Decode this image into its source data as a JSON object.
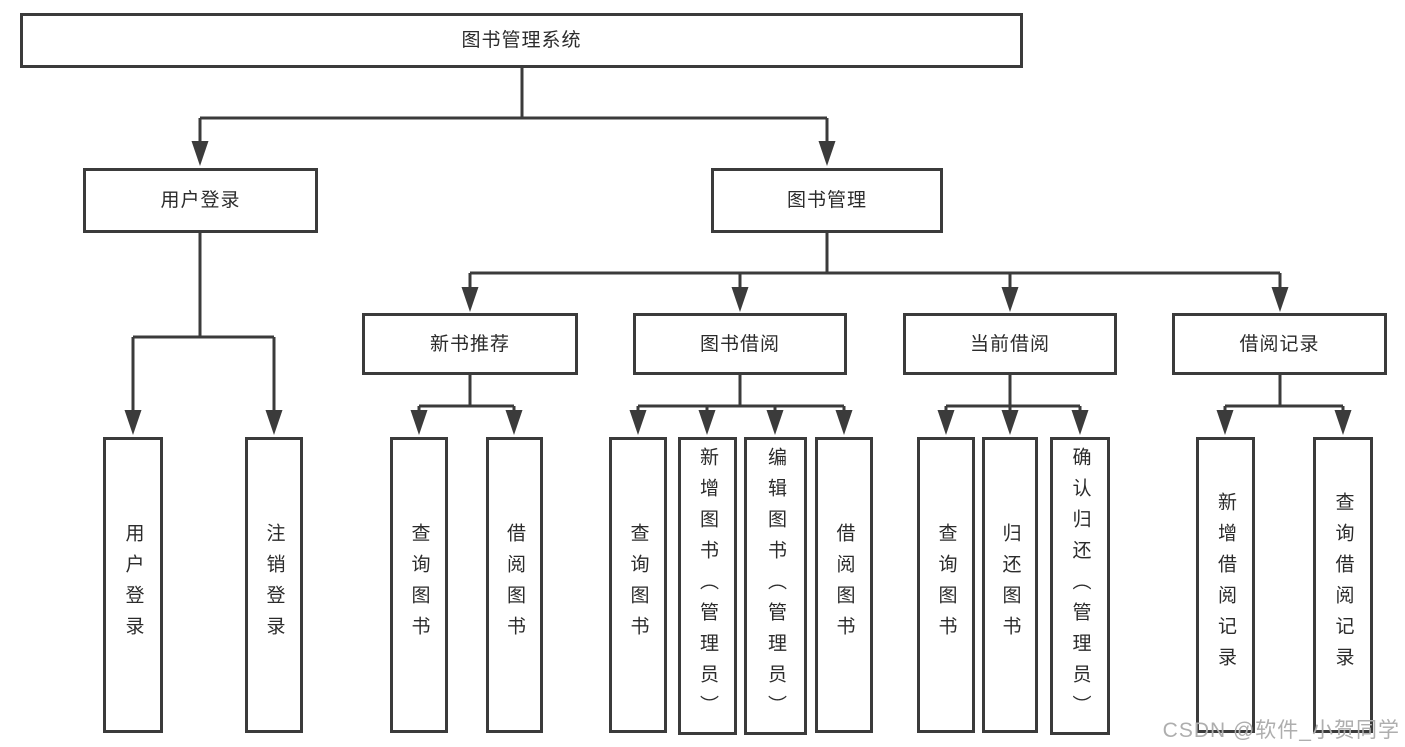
{
  "diagram": {
    "root": {
      "label": "图书管理系统"
    },
    "level2": {
      "user_login": {
        "label": "用户登录"
      },
      "book_management": {
        "label": "图书管理"
      }
    },
    "level3": {
      "new_book_recommend": {
        "label": "新书推荐"
      },
      "book_borrow": {
        "label": "图书借阅"
      },
      "current_borrow": {
        "label": "当前借阅"
      },
      "borrow_records": {
        "label": "借阅记录"
      }
    },
    "leaves": {
      "user_login": [
        "用户登录",
        "注销登录"
      ],
      "new_book_recommend": [
        "查询图书",
        "借阅图书"
      ],
      "book_borrow": [
        "查询图书",
        "新增图书（管理员）",
        "编辑图书（管理员）",
        "借阅图书"
      ],
      "current_borrow": [
        "查询图书",
        "归还图书",
        "确认归还（管理员）"
      ],
      "borrow_records": [
        "新增借阅记录",
        "查询借阅记录"
      ]
    }
  },
  "watermark": {
    "text": "CSDN @软件_小贺同学"
  },
  "colors": {
    "line": "#3b3b3b",
    "box_border": "#3b3b3b",
    "text": "#2b2b2b",
    "watermark": "#aeaeae",
    "background": "#ffffff"
  }
}
